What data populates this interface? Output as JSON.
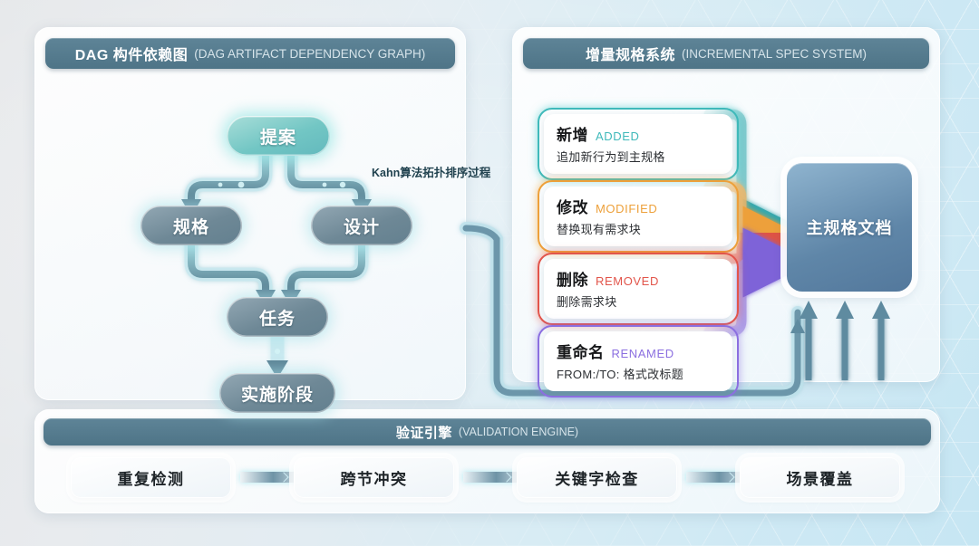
{
  "dag_panel": {
    "title_cn": "DAG 构件依赖图",
    "title_en": "(DAG ARTIFACT DEPENDENCY GRAPH)",
    "annotation": "Kahn算法拓扑排序过程",
    "nodes": [
      {
        "id": "proposal",
        "label": "提案"
      },
      {
        "id": "spec",
        "label": "规格"
      },
      {
        "id": "design",
        "label": "设计"
      },
      {
        "id": "task",
        "label": "任务"
      },
      {
        "id": "implementation",
        "label": "实施阶段"
      }
    ]
  },
  "spec_panel": {
    "title_cn": "增量规格系统",
    "title_en": "(INCREMENTAL SPEC SYSTEM)",
    "cards": [
      {
        "cn": "新增",
        "en": "ADDED",
        "desc": "追加新行为到主规格",
        "color": "#3fb9ba",
        "glow": "rgba(80,205,205,.55)"
      },
      {
        "cn": "修改",
        "en": "MODIFIED",
        "desc": "替换现有需求块",
        "color": "#eda03a",
        "glow": "rgba(240,170,70,.55)"
      },
      {
        "cn": "删除",
        "en": "REMOVED",
        "desc": "删除需求块",
        "color": "#e2554b",
        "glow": "rgba(230,95,85,.50)"
      },
      {
        "cn": "重命名",
        "en": "RENAMED",
        "desc": "FROM:/TO: 格式改标题",
        "color": "#8b6fe0",
        "glow": "rgba(140,115,225,.50)"
      }
    ],
    "master_doc": {
      "label": "主规格文档"
    }
  },
  "validation_panel": {
    "title_cn": "验证引擎",
    "title_en": "(VALIDATION ENGINE)",
    "steps": [
      {
        "label": "重复检测"
      },
      {
        "label": "跨节冲突"
      },
      {
        "label": "关键字检查"
      },
      {
        "label": "场景覆盖"
      }
    ]
  },
  "colors": {
    "header_bar": "#4e7487",
    "node_teal": "#72c6c4",
    "node_slate": "#6e8896",
    "master_doc": "#5f86a8",
    "background": "#d8ecf4"
  }
}
